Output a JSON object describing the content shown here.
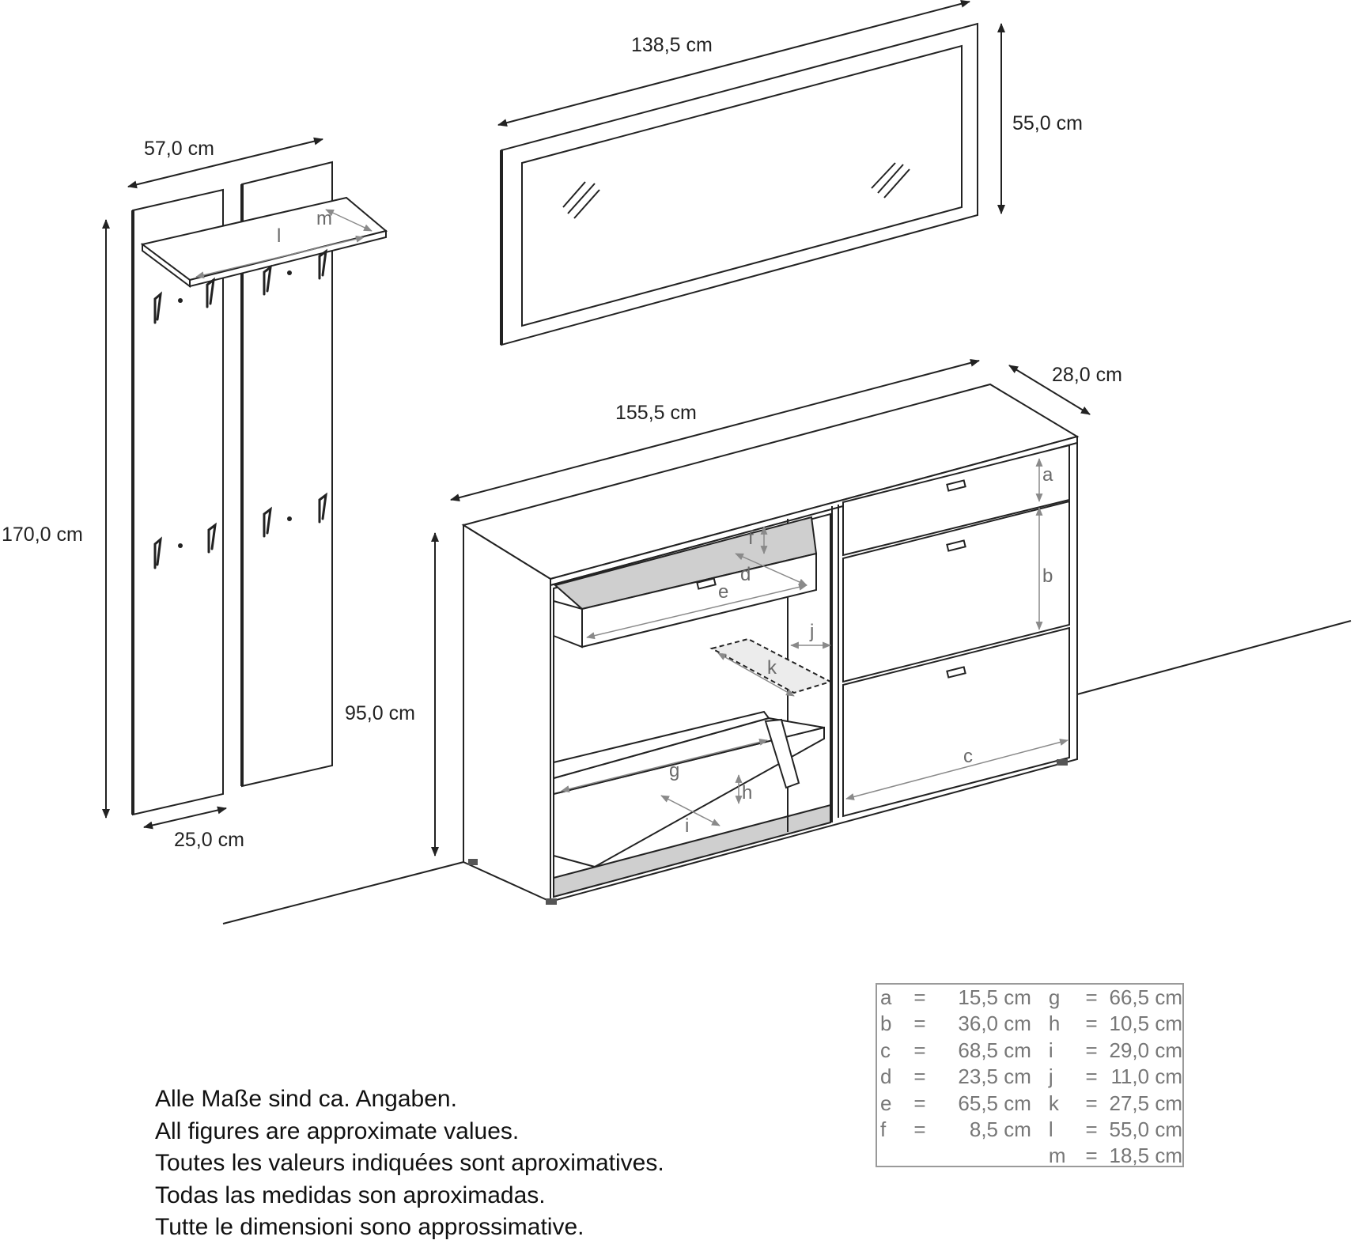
{
  "dimensions": {
    "mirror_width": "138,5 cm",
    "mirror_height": "55,0 cm",
    "coat_rack_width": "57,0 cm",
    "coat_rack_height": "170,0 cm",
    "panel_width": "25,0 cm",
    "sideboard_width": "155,5 cm",
    "sideboard_depth": "28,0 cm",
    "sideboard_height": "95,0 cm"
  },
  "part_letters": [
    "a",
    "b",
    "c",
    "d",
    "e",
    "f",
    "g",
    "h",
    "i",
    "j",
    "k",
    "l",
    "m"
  ],
  "legend": {
    "rows": [
      {
        "left_key": "a",
        "left_eq": "=",
        "left_value": "15,5 cm",
        "right_key": "g",
        "right_eq": "=",
        "right_value": "66,5 cm"
      },
      {
        "left_key": "b",
        "left_eq": "=",
        "left_value": "36,0 cm",
        "right_key": "h",
        "right_eq": "=",
        "right_value": "10,5 cm"
      },
      {
        "left_key": "c",
        "left_eq": "=",
        "left_value": "68,5 cm",
        "right_key": "i",
        "right_eq": "=",
        "right_value": "29,0 cm"
      },
      {
        "left_key": "d",
        "left_eq": "=",
        "left_value": "23,5 cm",
        "right_key": "j",
        "right_eq": "=",
        "right_value": "11,0 cm"
      },
      {
        "left_key": "e",
        "left_eq": "=",
        "left_value": "65,5 cm",
        "right_key": "k",
        "right_eq": "=",
        "right_value": "27,5 cm"
      },
      {
        "left_key": "f",
        "left_eq": "=",
        "left_value": "8,5 cm",
        "right_key": "l",
        "right_eq": "=",
        "right_value": "55,0 cm"
      },
      {
        "left_key": "",
        "left_eq": "",
        "left_value": "",
        "right_key": "m",
        "right_eq": "=",
        "right_value": "18,5 cm"
      }
    ]
  },
  "notes": [
    "Alle Maße sind ca. Angaben.",
    "All figures are approximate values.",
    "Toutes les valeurs indiquées sont aproximatives.",
    "Todas las medidas son aproximadas.",
    "Tutte le dimensioni sono approssimative."
  ]
}
